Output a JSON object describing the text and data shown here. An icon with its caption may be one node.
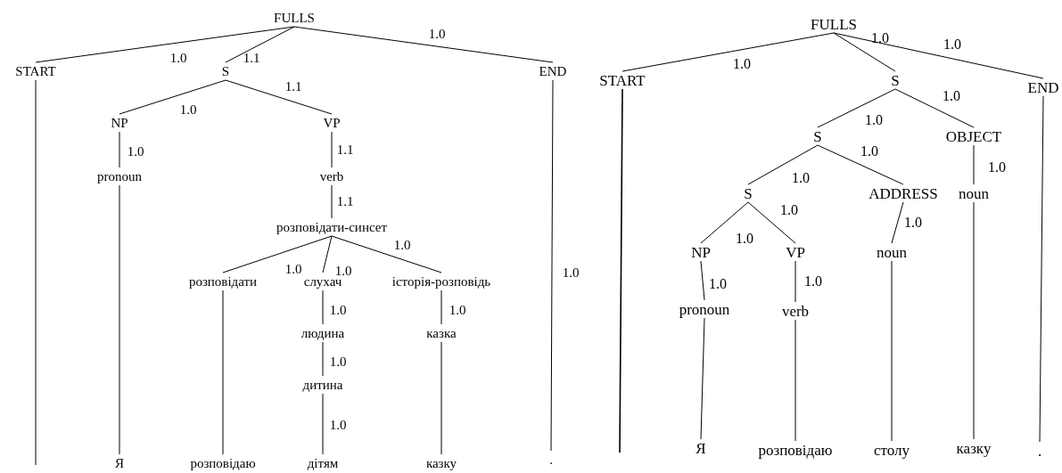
{
  "diagram": {
    "nodes": [
      {
        "text": [
          "FULLS"
        ]
      },
      {
        "text": [
          "START"
        ]
      },
      {
        "text": [
          "S"
        ]
      },
      {
        "text": [
          "END"
        ]
      },
      {
        "text": [
          "NP"
        ]
      },
      {
        "text": [
          "VP"
        ]
      },
      {
        "text": [
          "pronoun"
        ]
      },
      {
        "text": [
          "verb"
        ]
      },
      {
        "text": [
          "розповідати-синсет"
        ]
      },
      {
        "text": [
          "розповідати"
        ]
      },
      {
        "text": [
          "слухач"
        ]
      },
      {
        "text": [
          "історія-розповідь"
        ]
      },
      {
        "text": [
          "людина"
        ]
      },
      {
        "text": [
          "казка"
        ]
      },
      {
        "text": [
          "дитина"
        ]
      },
      {
        "text": [
          "Я"
        ]
      },
      {
        "text": [
          "розповідаю"
        ]
      },
      {
        "text": [
          "дітям"
        ]
      },
      {
        "text": [
          "казку"
        ]
      },
      {
        "text": [
          "."
        ]
      },
      {
        "text": [
          "FULLS"
        ]
      },
      {
        "text": [
          "START"
        ]
      },
      {
        "text": [
          "S"
        ]
      },
      {
        "text": [
          "END"
        ]
      },
      {
        "text": [
          "S"
        ]
      },
      {
        "text": [
          "OBJECT"
        ]
      },
      {
        "text": [
          "S"
        ]
      },
      {
        "text": [
          "ADDRESS"
        ]
      },
      {
        "text": [
          "noun"
        ]
      },
      {
        "text": [
          "NP"
        ]
      },
      {
        "text": [
          "VP"
        ]
      },
      {
        "text": [
          "noun"
        ]
      },
      {
        "text": [
          "pronoun"
        ]
      },
      {
        "text": [
          "verb"
        ]
      },
      {
        "text": [
          "Я"
        ]
      },
      {
        "text": [
          "розповідаю"
        ]
      },
      {
        "text": [
          "столу"
        ]
      },
      {
        "text": [
          "казку"
        ]
      },
      {
        "text": [
          "."
        ]
      }
    ],
    "edges": [
      {
        "from": 0,
        "to": 1,
        "arrow": "none",
        "label": "1.0"
      },
      {
        "from": 0,
        "to": 2,
        "arrow": "none",
        "label": "1.1"
      },
      {
        "from": 0,
        "to": 3,
        "arrow": "none",
        "label": "1.0"
      },
      {
        "from": 2,
        "to": 4,
        "arrow": "none",
        "label": "1.0"
      },
      {
        "from": 2,
        "to": 5,
        "arrow": "none",
        "label": "1.1"
      },
      {
        "from": 4,
        "to": 6,
        "arrow": "none",
        "label": "1.0"
      },
      {
        "from": 5,
        "to": 7,
        "arrow": "none",
        "label": "1.1"
      },
      {
        "from": 6,
        "to": 15,
        "arrow": "none"
      },
      {
        "from": 7,
        "to": 8,
        "arrow": "none",
        "label": "1.1"
      },
      {
        "from": 8,
        "to": 9,
        "arrow": "none",
        "label": "1.0"
      },
      {
        "from": 8,
        "to": 10,
        "arrow": "none",
        "label": "1.0"
      },
      {
        "from": 8,
        "to": 11,
        "arrow": "none",
        "label": "1.0"
      },
      {
        "from": 9,
        "to": 16,
        "arrow": "none"
      },
      {
        "from": 10,
        "to": 12,
        "arrow": "none",
        "label": "1.0"
      },
      {
        "from": 11,
        "to": 13,
        "arrow": "none",
        "label": "1.0"
      },
      {
        "from": 12,
        "to": 14,
        "arrow": "none",
        "label": "1.0"
      },
      {
        "from": 13,
        "to": 18,
        "arrow": "none"
      },
      {
        "from": 14,
        "to": 17,
        "arrow": "none",
        "label": "1.0"
      },
      {
        "from": 1,
        "to": null,
        "arrow": "none"
      },
      {
        "from": 3,
        "to": 19,
        "arrow": "none",
        "label": "1.0"
      },
      {
        "from": 20,
        "to": 21,
        "arrow": "none",
        "label": "1.0"
      },
      {
        "from": 20,
        "to": 22,
        "arrow": "none",
        "label": "1.0"
      },
      {
        "from": 20,
        "to": 23,
        "arrow": "none",
        "label": "1.0"
      },
      {
        "from": 22,
        "to": 24,
        "arrow": "none",
        "label": "1.0"
      },
      {
        "from": 22,
        "to": 25,
        "arrow": "none",
        "label": "1.0"
      },
      {
        "from": 24,
        "to": 26,
        "arrow": "none",
        "label": "1.0"
      },
      {
        "from": 24,
        "to": 27,
        "arrow": "none",
        "label": "1.0"
      },
      {
        "from": 25,
        "to": 28,
        "arrow": "none",
        "label": "1.0"
      },
      {
        "from": 26,
        "to": 29,
        "arrow": "none",
        "label": "1.0"
      },
      {
        "from": 26,
        "to": 30,
        "arrow": "none",
        "label": "1.0"
      },
      {
        "from": 27,
        "to": 31,
        "arrow": "none",
        "label": "1.0"
      },
      {
        "from": 28,
        "to": 37,
        "arrow": "none"
      },
      {
        "from": 29,
        "to": 32,
        "arrow": "none",
        "label": "1.0"
      },
      {
        "from": 30,
        "to": 33,
        "arrow": "none",
        "label": "1.0"
      },
      {
        "from": 31,
        "to": 36,
        "arrow": "none"
      },
      {
        "from": 32,
        "to": 34,
        "arrow": "none"
      },
      {
        "from": 33,
        "to": 35,
        "arrow": "none"
      },
      {
        "from": 21,
        "to": null,
        "arrow": "none"
      },
      {
        "from": 23,
        "to": 38,
        "arrow": "none"
      }
    ]
  }
}
